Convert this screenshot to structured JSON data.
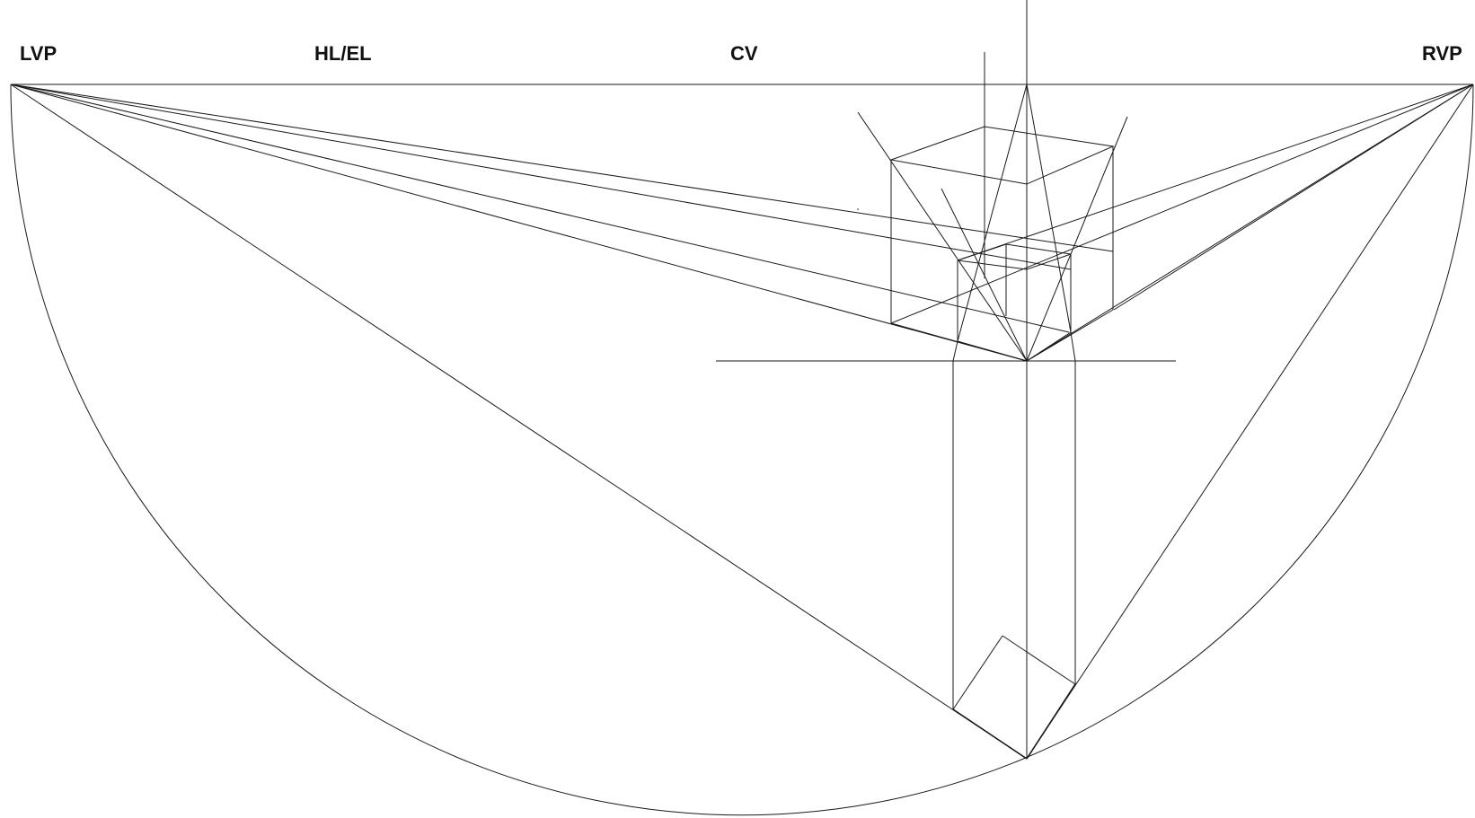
{
  "diagram": {
    "labels": {
      "lvp": "LVP",
      "hl_el": "HL/EL",
      "cv": "CV",
      "rvp": "RVP"
    },
    "colors": {
      "background": "#ffffff",
      "line": "#1a1a1a",
      "text": "#111111"
    }
  }
}
